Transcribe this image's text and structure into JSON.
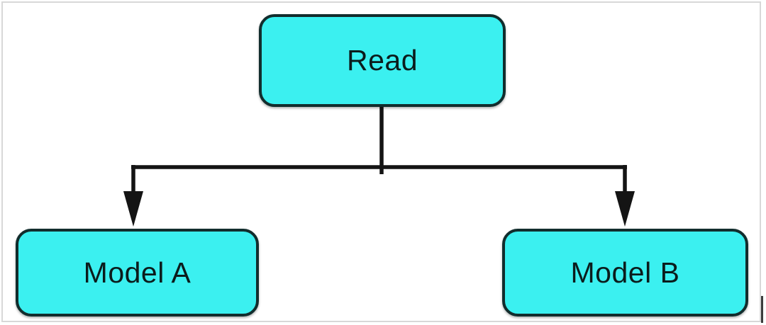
{
  "diagram": {
    "type": "flowchart",
    "background_color": "#ffffff",
    "frame_border_color": "#d8d8d8",
    "node_fill_color": "#3bf0f0",
    "node_border_color": "#122d2d",
    "node_text_color": "#0b1c1c",
    "connector_color": "#141414",
    "nodes": [
      {
        "id": "read",
        "label": "Read",
        "role": "root"
      },
      {
        "id": "model-a",
        "label": "Model A",
        "role": "child"
      },
      {
        "id": "model-b",
        "label": "Model B",
        "role": "child"
      }
    ],
    "edges": [
      {
        "from": "read",
        "to": "model-a",
        "arrow": "down"
      },
      {
        "from": "read",
        "to": "model-b",
        "arrow": "down"
      }
    ]
  }
}
